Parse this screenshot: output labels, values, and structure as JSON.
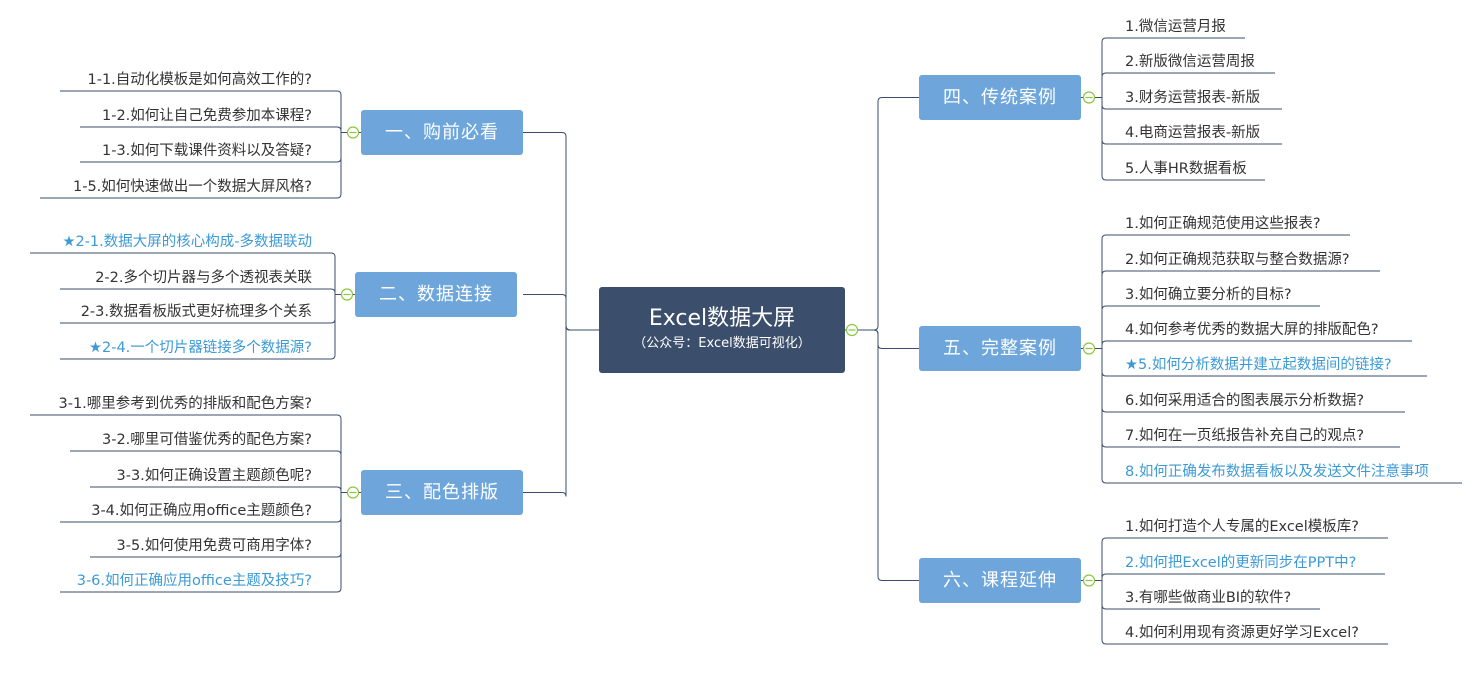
{
  "root": {
    "title": "Excel数据大屏",
    "subtitle": "（公众号：Excel数据可视化）"
  },
  "branches": [
    {
      "label": "一、购前必看",
      "items": [
        {
          "text": "1-1.自动化模板是如何高效工作的?",
          "hl": false
        },
        {
          "text": "1-2.如何让自己免费参加本课程?",
          "hl": false
        },
        {
          "text": "1-3.如何下载课件资料以及答疑?",
          "hl": false
        },
        {
          "text": "1-5.如何快速做出一个数据大屏风格?",
          "hl": false
        }
      ]
    },
    {
      "label": "二、数据连接",
      "items": [
        {
          "text": "★2-1.数据大屏的核心构成-多数据联动",
          "hl": true
        },
        {
          "text": "2-2.多个切片器与多个透视表关联",
          "hl": false
        },
        {
          "text": "2-3.数据看板版式更好梳理多个关系",
          "hl": false
        },
        {
          "text": "★2-4.一个切片器链接多个数据源?",
          "hl": true
        }
      ]
    },
    {
      "label": "三、配色排版",
      "items": [
        {
          "text": "3-1.哪里参考到优秀的排版和配色方案?",
          "hl": false
        },
        {
          "text": "3-2.哪里可借鉴优秀的配色方案?",
          "hl": false
        },
        {
          "text": "3-3.如何正确设置主题颜色呢?",
          "hl": false
        },
        {
          "text": "3-4.如何正确应用office主题颜色?",
          "hl": false
        },
        {
          "text": "3-5.如何使用免费可商用字体?",
          "hl": false
        },
        {
          "text": "3-6.如何正确应用office主题及技巧?",
          "hl": true
        }
      ]
    },
    {
      "label": "四、传统案例",
      "items": [
        {
          "text": "1.微信运营月报",
          "hl": false
        },
        {
          "text": "2.新版微信运营周报",
          "hl": false
        },
        {
          "text": "3.财务运营报表-新版",
          "hl": false
        },
        {
          "text": "4.电商运营报表-新版",
          "hl": false
        },
        {
          "text": "5.人事HR数据看板",
          "hl": false
        }
      ]
    },
    {
      "label": "五、完整案例",
      "items": [
        {
          "text": "1.如何正确规范使用这些报表?",
          "hl": false
        },
        {
          "text": "2.如何正确规范获取与整合数据源?",
          "hl": false
        },
        {
          "text": "3.如何确立要分析的目标?",
          "hl": false
        },
        {
          "text": "4.如何参考优秀的数据大屏的排版配色?",
          "hl": false
        },
        {
          "text": "★5.如何分析数据并建立起数据间的链接?",
          "hl": true
        },
        {
          "text": "6.如何采用适合的图表展示分析数据?",
          "hl": false
        },
        {
          "text": "7.如何在一页纸报告补充自己的观点?",
          "hl": false
        },
        {
          "text": "8.如何正确发布数据看板以及发送文件注意事项",
          "hl": true
        }
      ]
    },
    {
      "label": "六、课程延伸",
      "items": [
        {
          "text": "1.如何打造个人专属的Excel模板库?",
          "hl": false
        },
        {
          "text": "2.如何把Excel的更新同步在PPT中?",
          "hl": true
        },
        {
          "text": "3.有哪些做商业BI的软件?",
          "hl": false
        },
        {
          "text": "4.如何利用现有资源更好学习Excel?",
          "hl": false
        }
      ]
    }
  ],
  "colors": {
    "root": "#3b4e6b",
    "branch": "#6ea6dc",
    "line": "#3b4e6b",
    "collapse": "#8cc63f",
    "highlight": "#3b9ad6",
    "text": "#333333"
  }
}
